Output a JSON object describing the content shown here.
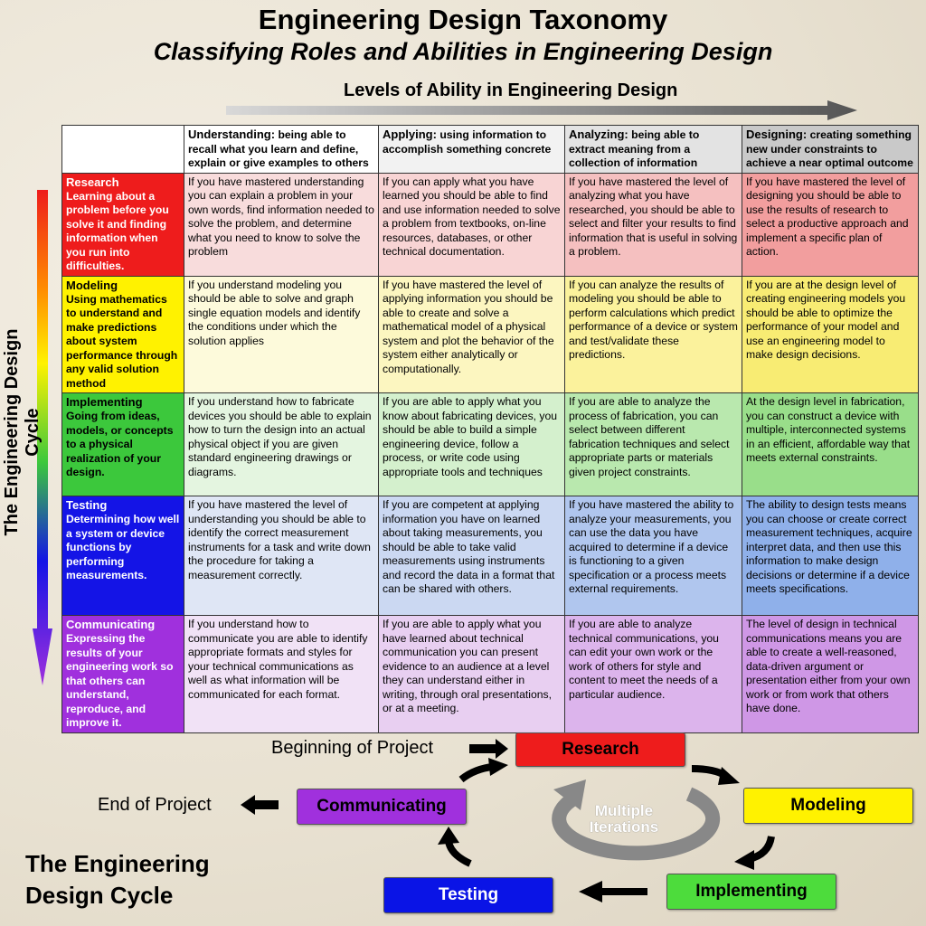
{
  "title": "Engineering Design Taxonomy",
  "subtitle": "Classifying Roles and Abilities in Engineering Design",
  "levels_label": "Levels of Ability in Engineering Design",
  "cycle_side_label": "The Engineering Design Cycle",
  "columns": [
    {
      "level": "Understanding:",
      "desc": "being able to recall what you learn and define, explain or give examples to others"
    },
    {
      "level": "Applying:",
      "desc": "using information to accomplish something concrete"
    },
    {
      "level": "Analyzing:",
      "desc": "being able to extract meaning from a collection of information"
    },
    {
      "level": "Designing:",
      "desc": "creating something new under constraints to achieve a near optimal outcome"
    }
  ],
  "rows": [
    {
      "name": "Research",
      "desc": "Learning about a problem before you solve it and finding information when you run into difficulties.",
      "cells": [
        "If you have mastered understanding you can explain a problem in your own words, find information needed to solve the problem, and determine what you need to know to solve the problem",
        "If you can apply what you have learned you should be able to find and use information needed to solve a problem from textbooks, on-line resources, databases, or other technical documentation.",
        "If you have mastered the level of analyzing what you have researched, you should be able to select and filter your results to find information that is useful in solving a problem.",
        "If you have mastered the level of designing you should be able to use the results of research to select a productive approach and implement a specific plan of action."
      ]
    },
    {
      "name": "Modeling",
      "desc": "Using mathematics to understand and make predictions about system performance through any valid solution method",
      "cells": [
        "If you understand modeling you should be able to solve and graph single equation models and identify the conditions under which the solution applies",
        "If you have mastered the level of applying information you should be able to create and solve a mathematical model of a physical system and plot the behavior of the system either analytically or computationally.",
        "If you can analyze the results of modeling you should be able to perform calculations which predict performance of a device or system and test/validate these predictions.",
        "If you are at the design level of creating engineering models you should be able to optimize the performance of your model and use an engineering model to make design decisions."
      ]
    },
    {
      "name": "Implementing",
      "desc": "Going from ideas, models, or concepts to a physical realization of your design.",
      "cells": [
        "If you understand how to fabricate devices you should be able to explain how to turn the design into an actual physical object if you are given standard engineering drawings or diagrams.",
        "If you are able to apply what you know about fabricating devices, you should be able to build a simple engineering device, follow a process, or write code using appropriate tools and techniques",
        "If you are able to analyze the process of fabrication, you can select between different fabrication techniques and select appropriate parts or materials given project constraints.",
        "At the design level in fabrication, you can construct a device with multiple, interconnected systems in an efficient, affordable way that meets external constraints."
      ]
    },
    {
      "name": "Testing",
      "desc": "Determining how well a system or device functions by performing measurements.",
      "cells": [
        "If you have mastered the level of understanding you should be able to identify the correct measurement instruments for a task and write down the procedure for taking a measurement correctly.",
        "If you are competent at applying information you have on learned about taking measurements, you should be able to take valid measurements using instruments and record the data in a format that can be shared with others.",
        "If you have mastered the ability to analyze your measurements, you can use the data you have acquired to determine if a device is functioning to a given specification or a process meets external requirements.",
        "The ability to design tests means you can choose or create correct measurement techniques, acquire interpret data, and then use this information to make design decisions or determine if a device meets specifications."
      ]
    },
    {
      "name": "Communicating",
      "desc": "Expressing the results of your engineering work so that others can understand, reproduce, and improve it.",
      "cells": [
        "If you understand how to communicate you are able to identify appropriate formats and styles for your technical communications as well as what information will be communicated for each format.",
        "If you are able to apply what you have learned about technical communication you can present evidence to an audience at a level they can understand either in writing, through oral presentations, or at a meeting.",
        "If you are able to analyze technical communications, you can edit your own work or the work of others for style and content to meet the needs of a particular audience.",
        "The level of design in technical communications means you are able to create a well-reasoned, data-driven argument or presentation either from your own work or from work that others have done."
      ]
    }
  ],
  "cycle": {
    "title_line1": "The Engineering",
    "title_line2": "Design Cycle",
    "beginning": "Beginning of Project",
    "end": "End of Project",
    "iterations_line1": "Multiple",
    "iterations_line2": "Iterations",
    "stages": {
      "research": "Research",
      "modeling": "Modeling",
      "implementing": "Implementing",
      "testing": "Testing",
      "communicating": "Communicating"
    }
  },
  "colors": {
    "research": "#ee1c1c",
    "modeling": "#fff200",
    "implementing": "#4ddc3c",
    "testing": "#0a14e6",
    "communicating": "#a030dd"
  }
}
